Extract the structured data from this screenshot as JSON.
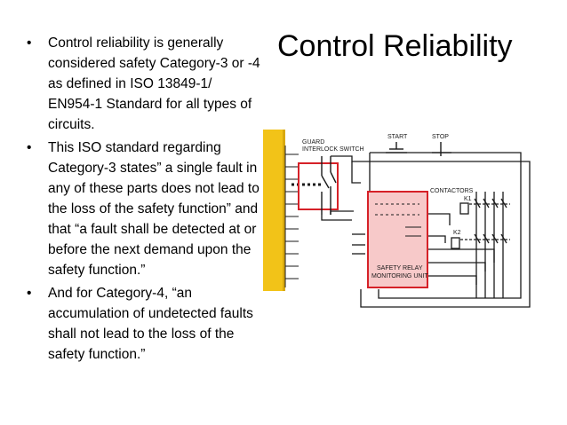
{
  "slide": {
    "title": "Control Reliability",
    "bullets": [
      "Control reliability is generally considered safety Category-3 or -4 as defined in ISO 13849-1/ EN954-1 Standard for all types of circuits.",
      "This ISO standard regarding Category-3 states” a single fault in any of these parts does not lead to the loss of the safety function” and that “a fault shall be detected at or before the next demand upon the safety function.”",
      "And for Category-4, “an accumulation of undetected faults shall not lead to the loss of the safety function.”"
    ],
    "bullet_symbol": "•"
  },
  "diagram": {
    "labels": {
      "guard_line1": "GUARD",
      "guard_line2": "INTERLOCK SWITCH",
      "start": "START",
      "stop": "STOP",
      "contactors": "CONTACTORS",
      "k1": "K1",
      "k2": "K2",
      "relay_line1": "SAFETY RELAY",
      "relay_line2": "MONITORING UNIT"
    },
    "colors": {
      "guard_bar": "#f2c318",
      "highlight": "#d62128",
      "relay_fill": "#f7c9c9",
      "wire": "#1a1a1a"
    }
  }
}
